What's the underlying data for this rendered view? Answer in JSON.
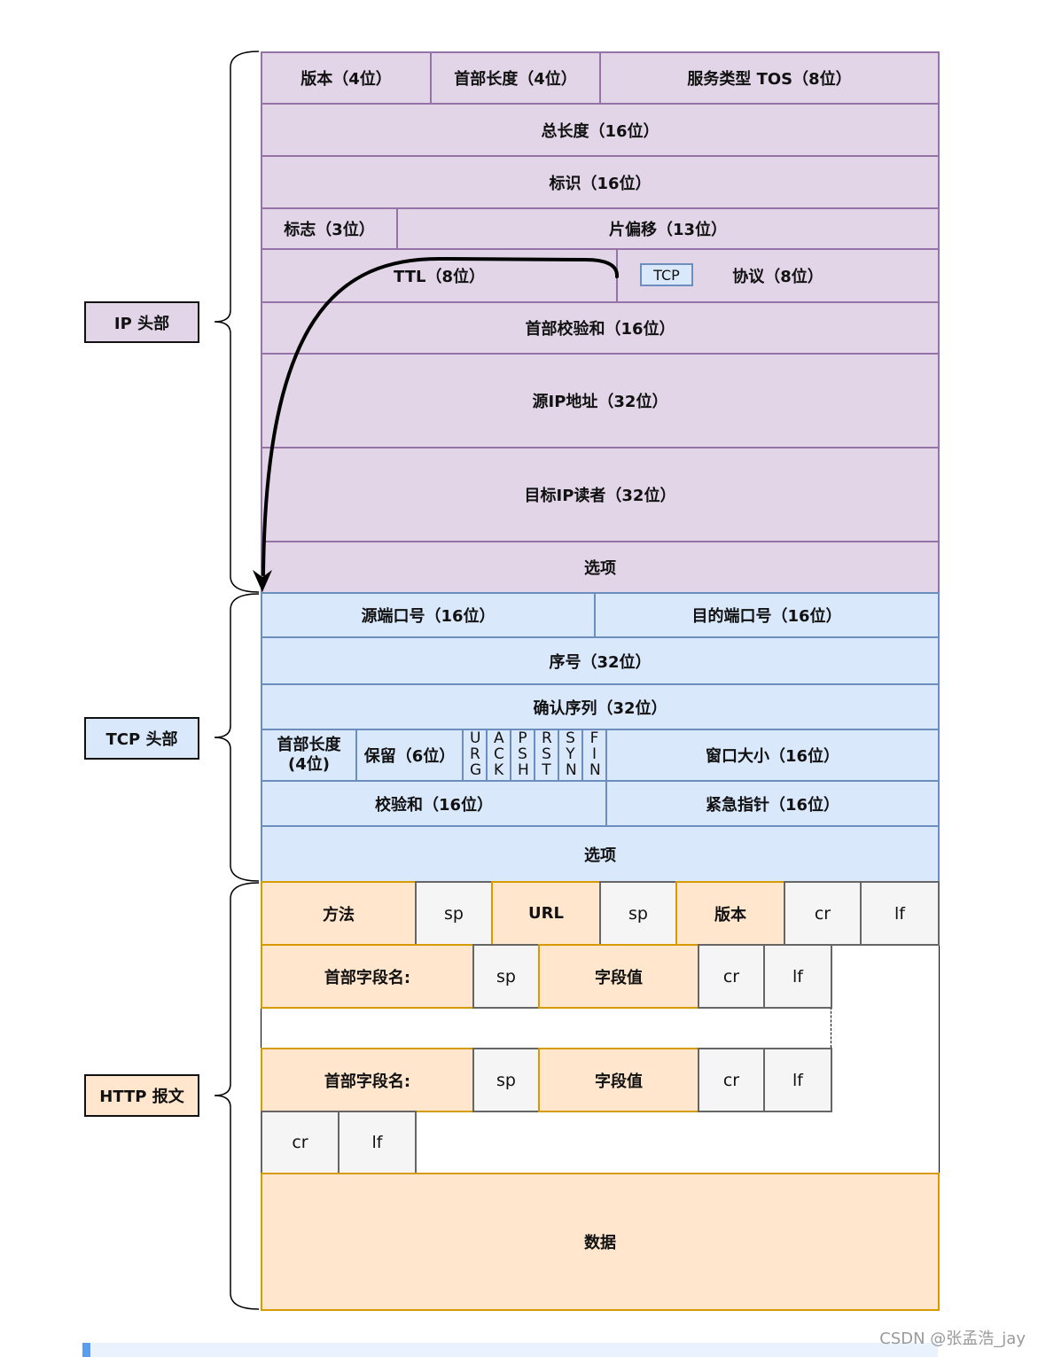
{
  "colors": {
    "ip_fill": "#e1d5e7",
    "ip_stroke": "#9673a6",
    "tcp_fill": "#dae8fc",
    "tcp_stroke": "#6c8ebf",
    "http_fill": "#ffe6cc",
    "http_stroke": "#d79b00",
    "sep_fill": "#f5f5f5",
    "sep_stroke": "#666666"
  },
  "sections": {
    "ip": "IP 头部",
    "tcp": "TCP 头部",
    "http": "HTTP 报文"
  },
  "ip": {
    "version": "版本（4位）",
    "header_length": "首部长度（4位）",
    "tos": "服务类型 TOS（8位）",
    "total_length": "总长度（16位）",
    "identification": "标识（16位）",
    "flags": "标志（3位）",
    "fragment_offset": "片偏移（13位）",
    "ttl": "TTL（8位）",
    "protocol_tag": "TCP",
    "protocol": "协议（8位）",
    "checksum": "首部校验和（16位）",
    "src_ip": "源IP地址（32位）",
    "dst_ip": "目标IP读者（32位）",
    "options": "选项"
  },
  "tcp": {
    "src_port": "源端口号（16位）",
    "dst_port": "目的端口号（16位）",
    "seq": "序号（32位）",
    "ack": "确认序列（32位）",
    "header_length_line1": "首部长度",
    "header_length_line2": "(4位)",
    "reserved": "保留（6位）",
    "flags": [
      "URG",
      "ACK",
      "PSH",
      "RST",
      "SYN",
      "FIN"
    ],
    "window": "窗口大小（16位）",
    "checksum": "校验和（16位）",
    "urgent": "紧急指针（16位）",
    "options": "选项"
  },
  "http": {
    "request_line": {
      "method": "方法",
      "sp1": "sp",
      "url": "URL",
      "sp2": "sp",
      "version": "版本",
      "cr": "cr",
      "lf": "lf"
    },
    "header_lines": [
      {
        "name": "首部字段名:",
        "sp": "sp",
        "value": "字段值",
        "cr": "cr",
        "lf": "lf"
      },
      {
        "name": "首部字段名:",
        "sp": "sp",
        "value": "字段值",
        "cr": "cr",
        "lf": "lf"
      }
    ],
    "blank_line": {
      "cr": "cr",
      "lf": "lf"
    },
    "body": "数据"
  },
  "watermark": "CSDN @张孟浩_jay"
}
